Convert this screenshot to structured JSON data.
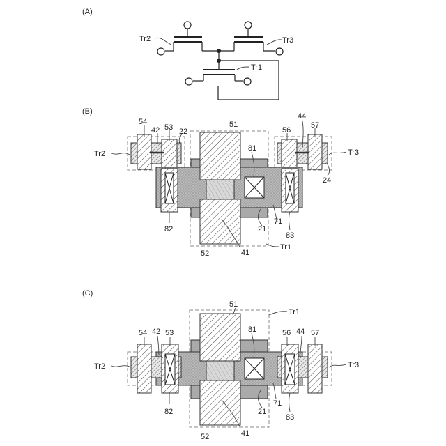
{
  "panels": {
    "a": {
      "title": "(A)",
      "labels": {
        "tr2": "Tr2",
        "tr3": "Tr3",
        "tr1": "Tr1"
      }
    },
    "b": {
      "title": "(B)",
      "labels": {
        "n51": "51",
        "n54": "54",
        "n42": "42",
        "n53": "53",
        "n22": "22",
        "n56": "56",
        "n44": "44",
        "n57": "57",
        "n81": "81",
        "tr2": "Tr2",
        "tr3": "Tr3",
        "n24": "24",
        "n82": "82",
        "n21": "21",
        "n71": "71",
        "n83": "83",
        "tr1": "Tr1",
        "n52": "52",
        "n41": "41"
      }
    },
    "c": {
      "title": "(C)",
      "labels": {
        "n51": "51",
        "tr1": "Tr1",
        "n54": "54",
        "n42": "42",
        "n53": "53",
        "n81": "81",
        "n56": "56",
        "n44": "44",
        "n57": "57",
        "tr2": "Tr2",
        "tr3": "Tr3",
        "n82": "82",
        "n21": "21",
        "n71": "71",
        "n83": "83",
        "n52": "52",
        "n41": "41"
      }
    }
  }
}
